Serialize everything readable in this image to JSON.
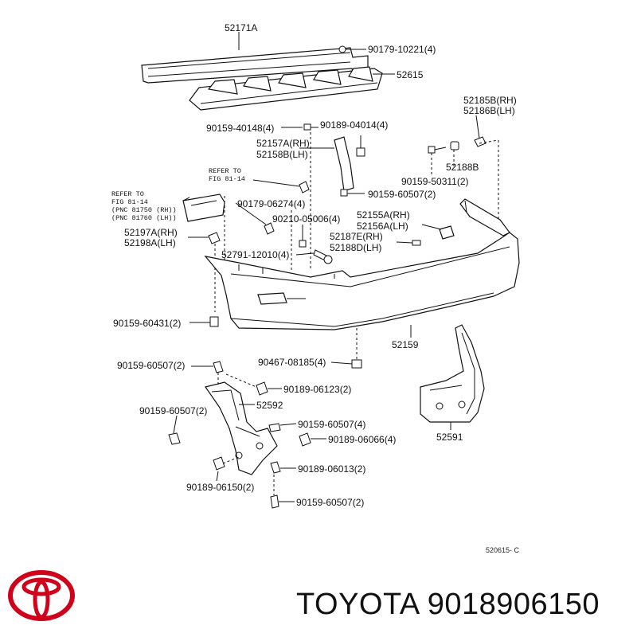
{
  "diagram": {
    "labels": {
      "p52171A": "52171A",
      "p90179_10221": "90179-10221(4)",
      "p52615": "52615",
      "p52185B": "52185B(RH)",
      "p52186B": "52186B(LH)",
      "p90159_40148": "90159-40148(4)",
      "p90189_04014": "90189-04014(4)",
      "p52157A": "52157A(RH)",
      "p52158B": "52158B(LH)",
      "p90159_50311": "90159-50311(2)",
      "p52188B": "52188B",
      "refer1_a": "REFER TO",
      "refer1_b": "FIG 81-14",
      "p90159_60507_a": "90159-60507(2)",
      "refer2_a": "REFER TO",
      "refer2_b": "FIG 81-14",
      "refer2_c": "(PNC 81750 (RH))",
      "refer2_d": "(PNC 81760 (LH))",
      "p90179_06274": "90179-06274(4)",
      "p90210_05006": "90210-05006(4)",
      "p52155A": "52155A(RH)",
      "p52156A": "52156A(LH)",
      "p52197A": "52197A(RH)",
      "p52198A": "52198A(LH)",
      "p52187E": "52187E(RH)",
      "p52188D": "52188D(LH)",
      "p52791_12010": "52791-12010(4)",
      "p90159_60431": "90159-60431(2)",
      "p52159": "52159",
      "p90467_08185": "90467-08185(4)",
      "p90159_60507_b": "90159-60507(2)",
      "p90189_06123": "90189-06123(2)",
      "p52592": "52592",
      "p90159_60507_c": "90159-60507(2)",
      "p90159_60507_d": "90159-60507(4)",
      "p90189_06066": "90189-06066(4)",
      "p52591": "52591",
      "p90189_06013": "90189-06013(2)",
      "p90189_06150": "90189-06150(2)",
      "p90159_60507_e": "90159-60507(2)"
    },
    "footnote": "520615- C"
  },
  "brand": {
    "name": "TOYOTA",
    "part_number": "9018906150",
    "logo_icon": "toyota-logo-icon",
    "logo_color": "#d0021b"
  }
}
